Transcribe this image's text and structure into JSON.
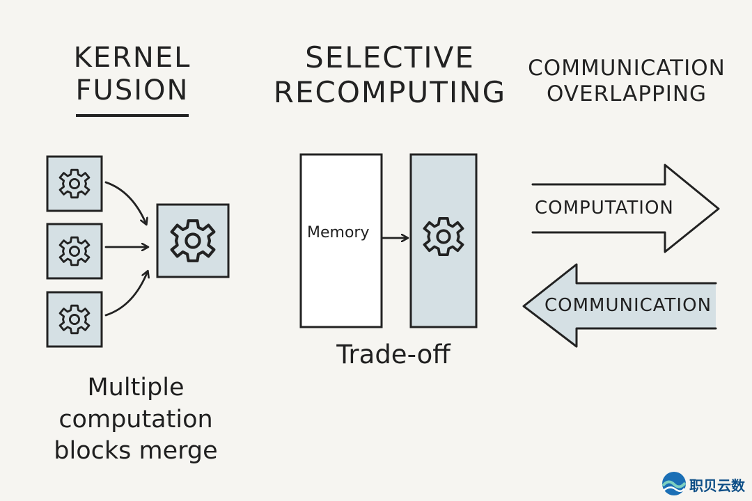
{
  "sections": {
    "kernel_fusion": {
      "title_line1": "KERNEL",
      "title_line2": "FUSION",
      "caption_lines": [
        "Multiple",
        "computation",
        "blocks merge"
      ]
    },
    "selective_recomputing": {
      "title_line1": "SELECTIVE",
      "title_line2": "RECOMPUTING",
      "memory_label": "Memory",
      "caption": "Trade-off"
    },
    "communication_overlapping": {
      "title_line1": "COMMUNICATION",
      "title_line2": "OVERLAPPING",
      "forward_arrow_label": "COMPUTATION",
      "backward_arrow_label": "COMMUNICATION"
    }
  },
  "watermark": {
    "text": "职贝云数"
  },
  "colors": {
    "background": "#f6f5f1",
    "box_fill": "#d5e0e4",
    "stroke": "#222222"
  }
}
